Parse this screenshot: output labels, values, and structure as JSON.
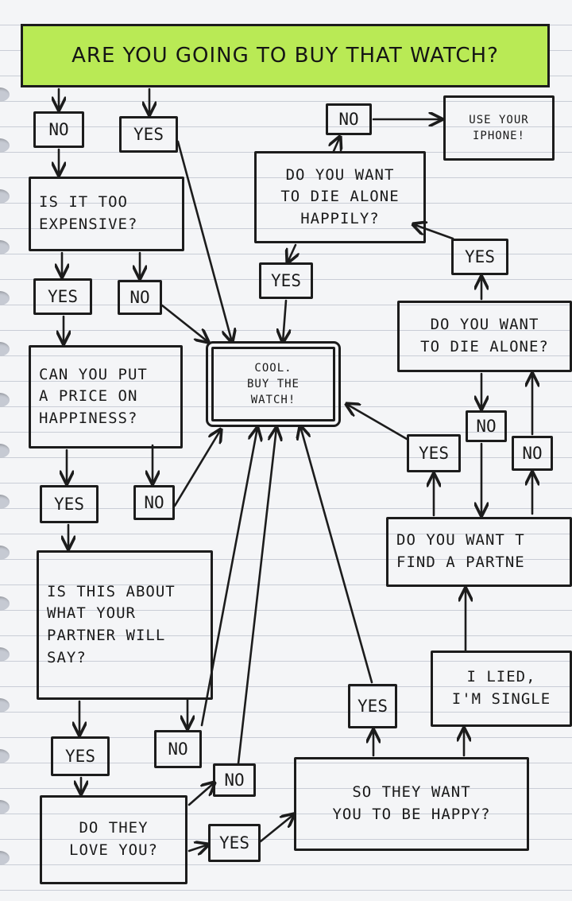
{
  "title": "ARE YOU GOING TO BUY THAT WATCH?",
  "nodes": {
    "no_1": "NO",
    "yes_1": "YES",
    "too_expensive": "IS IT TOO\nEXPENSIVE?",
    "yes_2": "YES",
    "no_2": "NO",
    "price_happiness": "CAN YOU PUT\nA PRICE ON\nHAPPINESS?",
    "yes_3": "YES",
    "no_3": "NO",
    "partner_say": "IS THIS ABOUT\nWHAT YOUR\nPARTNER WILL\nSAY?",
    "yes_4": "YES",
    "no_4": "NO",
    "love_you": "DO THEY\nLOVE YOU?",
    "no_5": "NO",
    "yes_5": "YES",
    "cool_buy": "COOL.\nBUY THE\nWATCH!",
    "want_happy": "SO THEY WANT\nYOU TO BE HAPPY?",
    "yes_6": "YES",
    "lied_single": "I LIED,\nI'M SINGLE",
    "find_partner": "DO YOU WANT T\nFIND A PARTNE",
    "yes_7": "YES",
    "no_7": "NO",
    "no_8": "NO",
    "die_alone": "DO YOU WANT\nTO DIE ALONE?",
    "yes_8": "YES",
    "die_alone_happily": "DO YOU WANT\nTO DIE ALONE\nHAPPILY?",
    "yes_9": "YES",
    "no_9": "NO",
    "use_iphone": "USE YOUR\nIPHONE!"
  }
}
